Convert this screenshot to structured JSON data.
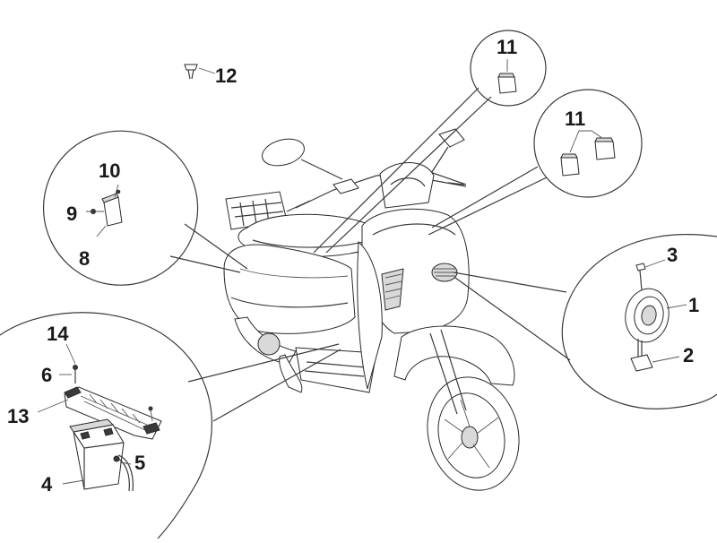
{
  "callouts": {
    "c1": "1",
    "c2": "2",
    "c3": "3",
    "c4": "4",
    "c5": "5",
    "c6": "6",
    "c8": "8",
    "c9": "9",
    "c10": "10",
    "c11a": "11",
    "c11b": "11",
    "c12": "12",
    "c13": "13",
    "c14": "14"
  }
}
